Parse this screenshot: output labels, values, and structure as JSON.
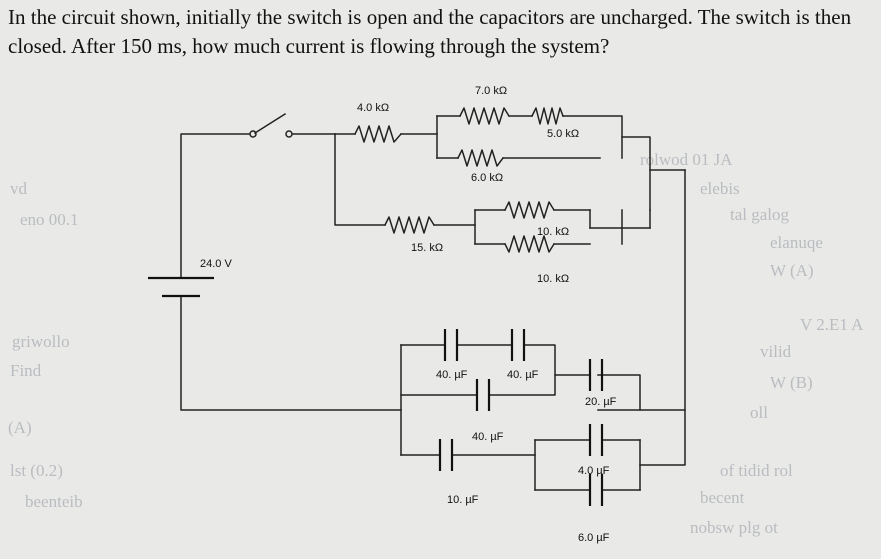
{
  "question": "In the circuit shown, initially the switch is open and the capacitors are uncharged. The switch is then closed. After 150 ms, how much current is flowing through the system?",
  "circuit": {
    "battery": "24.0 V",
    "r1": "4.0 kΩ",
    "r2": "7.0 kΩ",
    "r3": "5.0 kΩ",
    "r4": "6.0 kΩ",
    "r5": "15. kΩ",
    "r6": "10. kΩ",
    "r7": "10. kΩ",
    "c1": "40. µF",
    "c2": "40. µF",
    "c3": "20. µF",
    "c4": "40. µF",
    "c5": "10. µF",
    "c6": "4.0 µF",
    "c7": "6.0 µF"
  }
}
